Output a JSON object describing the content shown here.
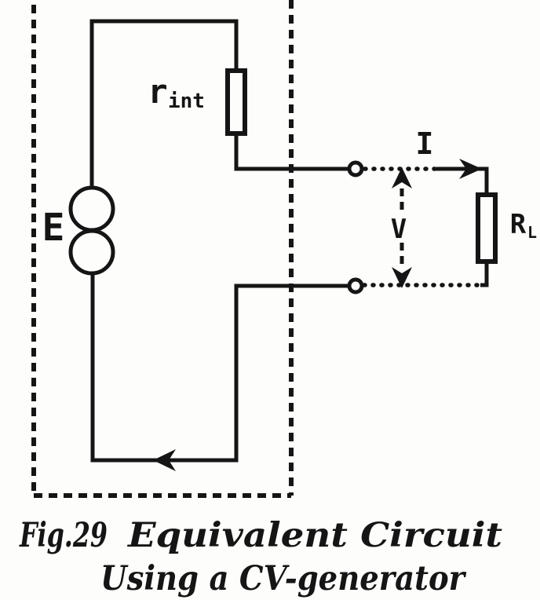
{
  "figure": {
    "fig_number": "Fig.29",
    "title": "Equivalent Circuit",
    "subtitle": "Using a CV-generator"
  },
  "labels": {
    "emf": "E",
    "internal_resistance_base": "r",
    "internal_resistance_sub": "int",
    "current": "I",
    "voltage": "V",
    "load_resistance_base": "R",
    "load_resistance_sub": "L"
  },
  "colors": {
    "ink": "#151515",
    "background": "#fdfdfb"
  }
}
